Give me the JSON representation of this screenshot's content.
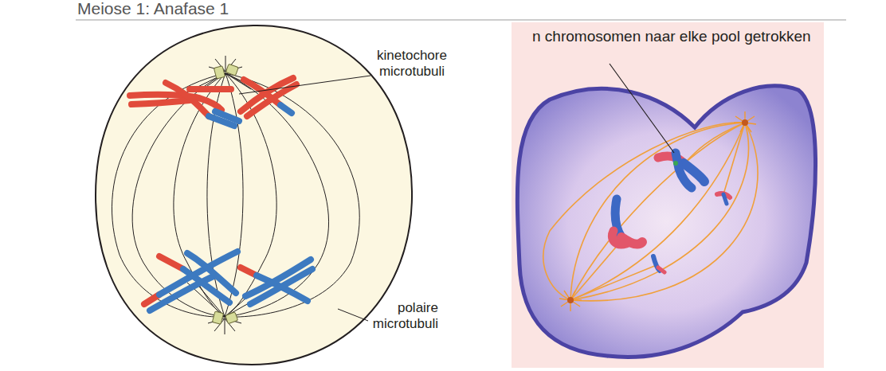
{
  "diagram": {
    "title": "Meiose 1: Anafase 1",
    "labels": [
      "kinetochore microtubuli",
      "polaire microtubuli",
      "n chromosomen naar elke pool getrokken"
    ]
  }
}
